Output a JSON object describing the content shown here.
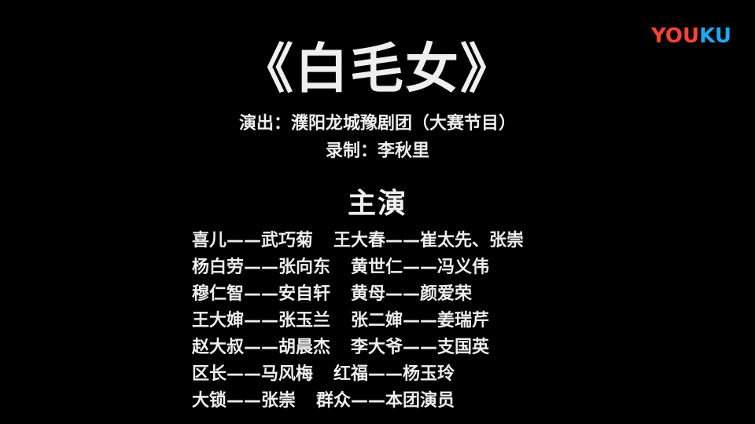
{
  "logo": {
    "part1": "YOU",
    "part2": "KU",
    "color1": "#ff4236",
    "color2": "#1fa8f2"
  },
  "title": "《白毛女》",
  "performer_line": "演出：濮阳龙城豫剧团（大赛节目）",
  "recorder_line": "录制：李秋里",
  "cast_heading": "主演",
  "cast_rows": [
    {
      "left": "喜儿——武巧菊",
      "right": "王大春——崔太先、张崇"
    },
    {
      "left": "杨白劳——张向东",
      "right": "黄世仁——冯义伟"
    },
    {
      "left": "穆仁智——安自轩",
      "right": "黄母——颜爱荣"
    },
    {
      "left": "王大婶——张玉兰",
      "right": "张二婶——姜瑞芹"
    },
    {
      "left": "赵大叔——胡晨杰",
      "right": "李大爷——支国英"
    },
    {
      "left": "区长——马风梅",
      "right": "红福——杨玉玲"
    },
    {
      "left": "大锁——张崇",
      "right": "群众——本团演员"
    }
  ]
}
